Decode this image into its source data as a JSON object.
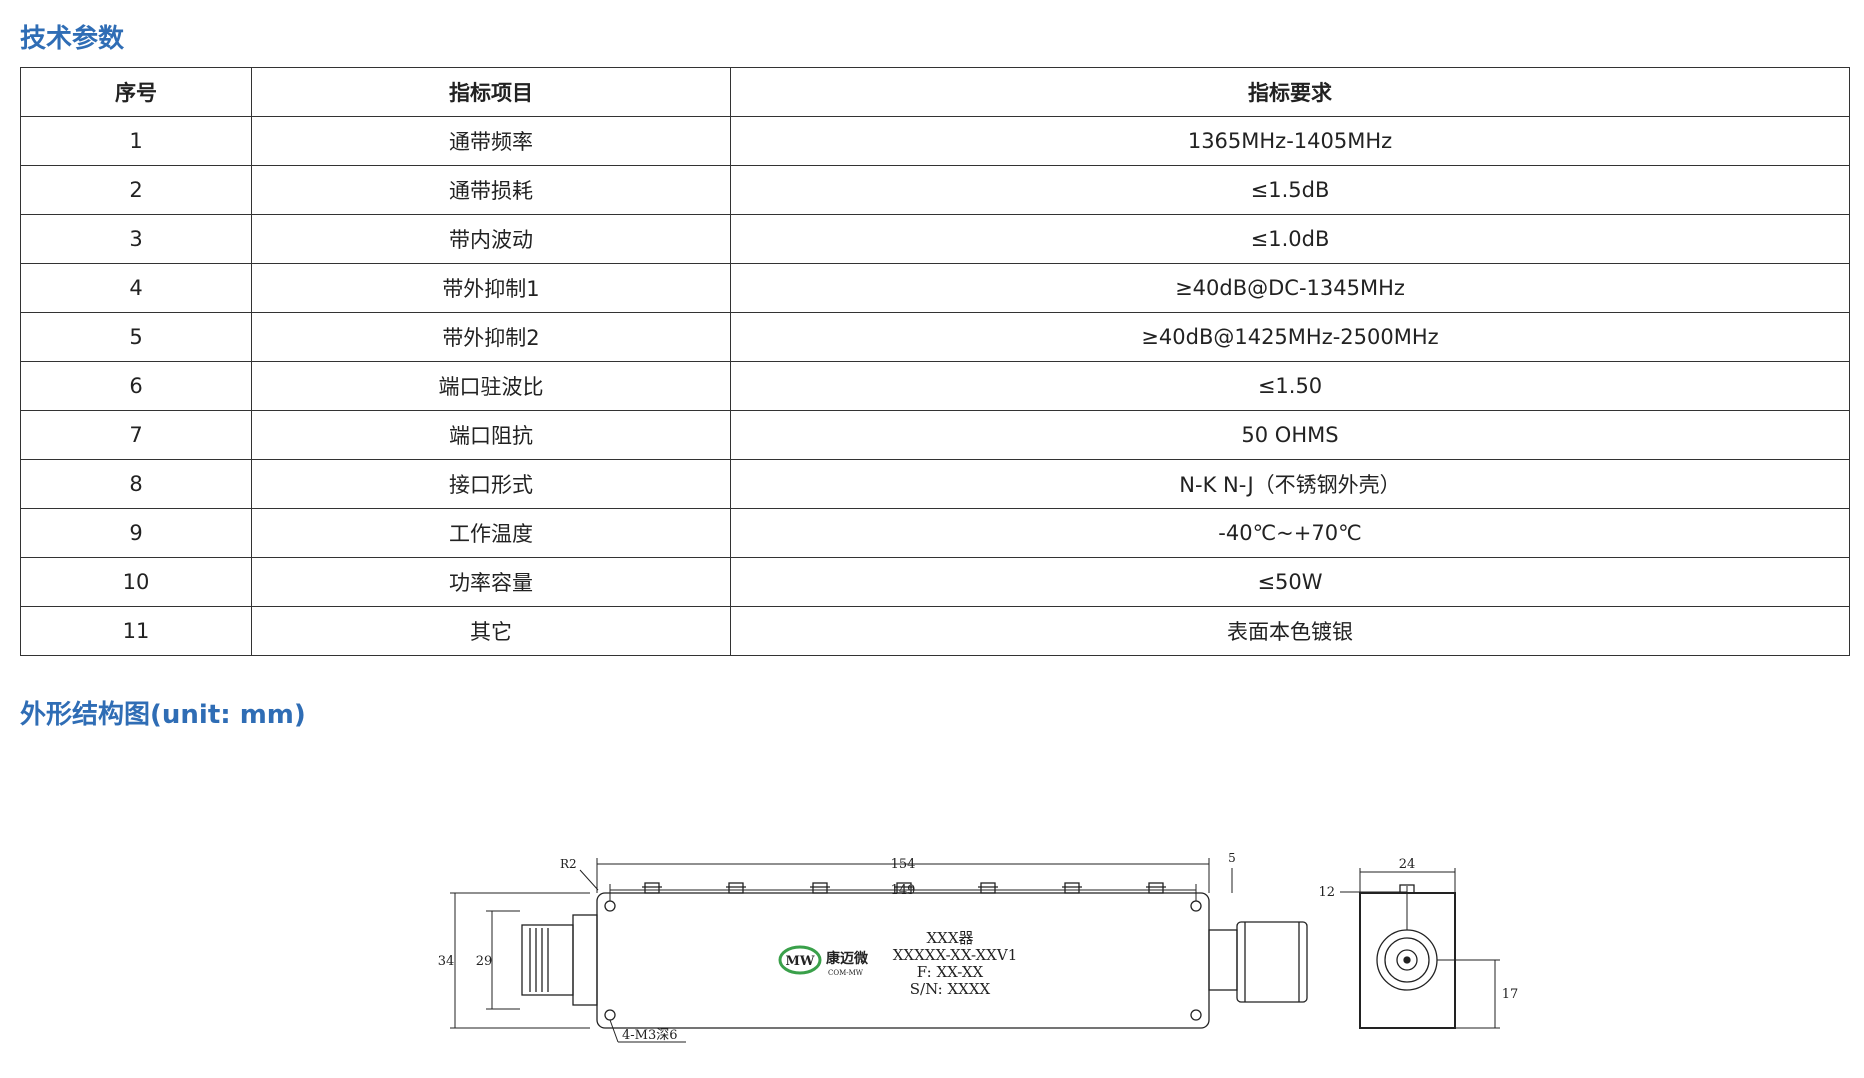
{
  "sections": {
    "specs_title": "技术参数",
    "drawing_title": "外形结构图(unit: mm)"
  },
  "table": {
    "headers": [
      "序号",
      "指标项目",
      "指标要求"
    ],
    "rows": [
      [
        "1",
        "通带频率",
        "1365MHz-1405MHz"
      ],
      [
        "2",
        "通带损耗",
        "≤1.5dB"
      ],
      [
        "3",
        "带内波动",
        "≤1.0dB"
      ],
      [
        "4",
        "带外抑制1",
        "≥40dB@DC-1345MHz"
      ],
      [
        "5",
        "带外抑制2",
        "≥40dB@1425MHz-2500MHz"
      ],
      [
        "6",
        "端口驻波比",
        "≤1.50"
      ],
      [
        "7",
        "端口阻抗",
        "50 OHMS"
      ],
      [
        "8",
        "接口形式",
        "N-K  N-J（不锈钢外壳）"
      ],
      [
        "9",
        "工作温度",
        "-40℃~+70℃"
      ],
      [
        "10",
        "功率容量",
        "≤50W"
      ],
      [
        "11",
        "其它",
        "表面本色镀银"
      ]
    ]
  },
  "drawing": {
    "dim_total_length": "154",
    "dim_hole_spacing": "149",
    "dim_connector_offset": "5",
    "dim_corner_radius": "R2",
    "dim_height": "34",
    "dim_connector_height": "29",
    "dim_mounting_holes": "4-M3深6",
    "dim_side_width": "24",
    "dim_side_offset": "12",
    "dim_side_height": "17",
    "label_name": "XXX器",
    "label_model": "XXXXX-XX-XXV1",
    "label_freq": "F: XX-XX",
    "label_sn": "S/N: XXXX",
    "logo_cn": "康迈微",
    "logo_en": "COM-MW",
    "logo_mark": "MW",
    "brand_color": "#2f6db5",
    "logo_green": "#3aa04a",
    "logo_red": "#d23a2a"
  }
}
